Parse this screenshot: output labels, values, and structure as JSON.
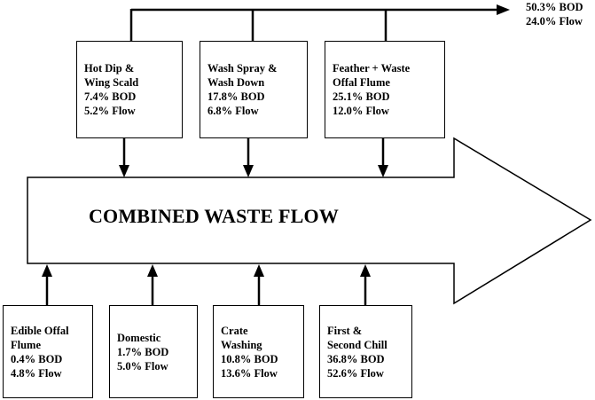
{
  "main_flow": {
    "label": "COMBINED WASTE FLOW"
  },
  "total_output": {
    "bod": "50.3% BOD",
    "flow": "24.0% Flow"
  },
  "top_sources": [
    {
      "lines": [
        "Hot Dip &",
        "Wing Scald",
        "7.4% BOD",
        "5.2% Flow"
      ]
    },
    {
      "lines": [
        "Wash Spray &",
        "Wash Down",
        "17.8% BOD",
        "6.8% Flow"
      ]
    },
    {
      "lines": [
        "Feather + Waste",
        "Offal Flume",
        "25.1% BOD",
        "12.0% Flow"
      ]
    }
  ],
  "bottom_sources": [
    {
      "lines": [
        "Edible Offal",
        "Flume",
        "0.4% BOD",
        "4.8% Flow"
      ]
    },
    {
      "lines": [
        "Domestic",
        "1.7% BOD",
        "5.0% Flow"
      ]
    },
    {
      "lines": [
        "Crate",
        "Washing",
        "10.8% BOD",
        "13.6% Flow"
      ]
    },
    {
      "lines": [
        "First &",
        "Second Chill",
        "36.8% BOD",
        "52.6% Flow"
      ]
    }
  ]
}
